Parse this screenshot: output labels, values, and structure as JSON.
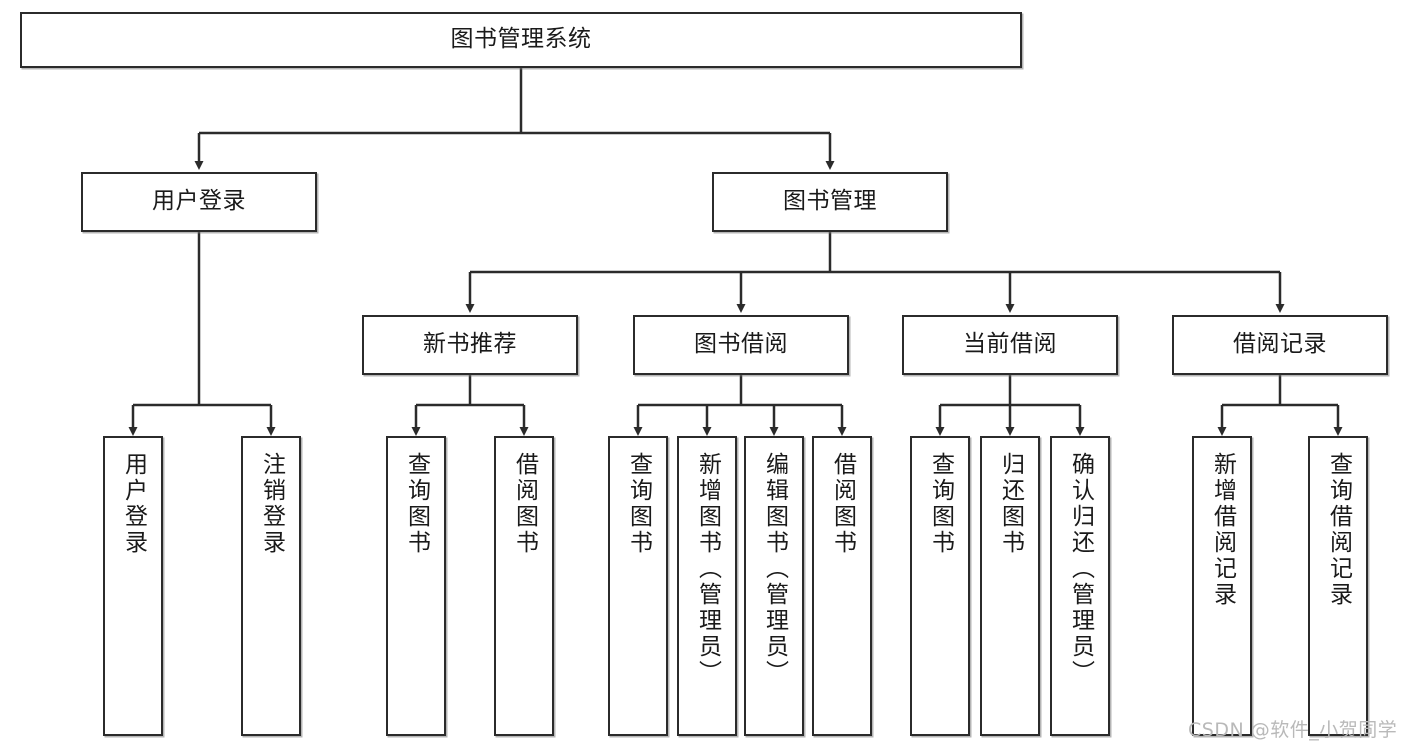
{
  "diagram": {
    "title": "图书管理系统",
    "watermark": "CSDN @软件_小贺同学",
    "colors": {
      "box_border": "#2b2b2b",
      "box_fill": "#ffffff",
      "connector": "#2b2b2b",
      "text": "#1a1a1a",
      "watermark": "#b9b9b9"
    },
    "level2": [
      {
        "label": "用户登录"
      },
      {
        "label": "图书管理"
      }
    ],
    "level3": [
      {
        "label": "新书推荐"
      },
      {
        "label": "图书借阅"
      },
      {
        "label": "当前借阅"
      },
      {
        "label": "借阅记录"
      }
    ],
    "leaves": {
      "user_login": [
        {
          "label": "用户登录"
        },
        {
          "label": "注销登录"
        }
      ],
      "new_book_recommend": [
        {
          "label": "查询图书"
        },
        {
          "label": "借阅图书"
        }
      ],
      "book_borrow": [
        {
          "label": "查询图书"
        },
        {
          "label": "新增图书（管理员）"
        },
        {
          "label": "编辑图书（管理员）"
        },
        {
          "label": "借阅图书"
        }
      ],
      "current_borrow": [
        {
          "label": "查询图书"
        },
        {
          "label": "归还图书"
        },
        {
          "label": "确认归还（管理员）"
        }
      ],
      "borrow_record": [
        {
          "label": "新增借阅记录"
        },
        {
          "label": "查询借阅记录"
        }
      ]
    }
  }
}
